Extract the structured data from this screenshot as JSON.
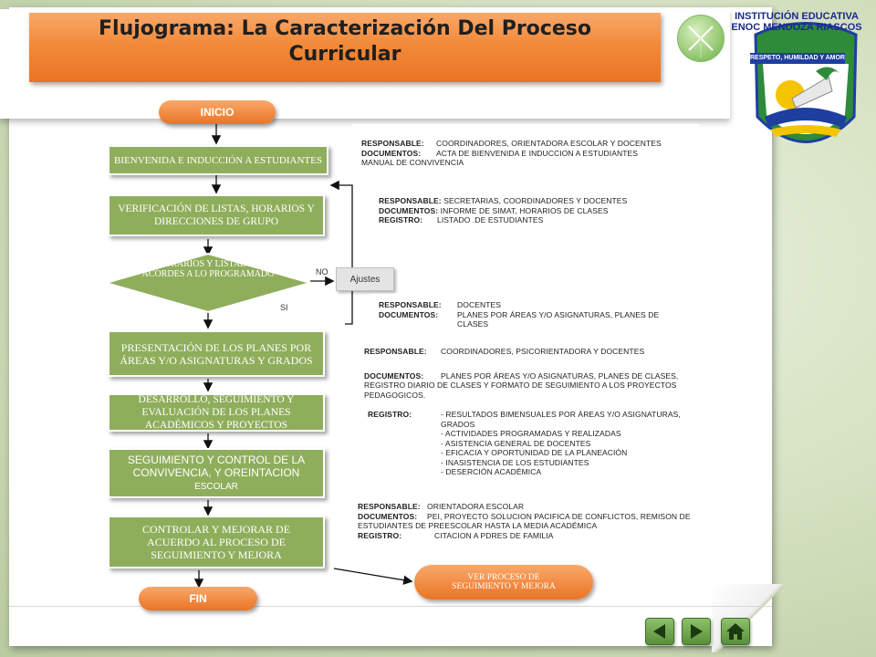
{
  "title": "Flujograma: La Caracterización Del Proceso\nCurricular",
  "logo": {
    "arc_text": "INSTITUCIÓN EDUCATIVA\nENOC MENDOZA RIASCOS",
    "motto": "RESPETO, HUMILDAD Y AMOR"
  },
  "colors": {
    "accent": "#ea7424",
    "box": "#8fae5c",
    "nav": "#5a8f3a"
  },
  "flow": {
    "start": "INICIO",
    "end": "FIN",
    "step1": "BIENVENIDA E INDUCCIÓN A ESTUDIANTES",
    "step2": "VERIFICACIÓN DE LISTAS, HORARIOS Y DIRECCIONES DE GRUPO",
    "decision": "HORARIOS Y LISTADOS ACORDES A LO PROGRAMADO",
    "no": "NO",
    "si": "SI",
    "adjust": "Ajustes",
    "step3": "PRESENTACIÓN DE LOS PLANES POR ÁREAS Y/O ASIGNATURAS Y GRADOS",
    "step4": "DESARROLLO, SEGUIMIENTO Y EVALUACIÓN DE LOS PLANES ACADÉMICOS Y PROYECTOS",
    "step5_a": "SEGUIMIENTO  Y CONTROL  DE LA CONVIVENCIA,  Y OREINTACION",
    "step5_b": "ESCOLAR",
    "step6": "CONTROLAR Y MEJORAR DE ACUERDO AL PROCESO DE SEGUIMIENTO Y MEJORA",
    "link": "VER PROCESO DE SEGUIMIENTO Y MEJORA"
  },
  "info": {
    "b1": {
      "resp_label": "RESPONSABLE:",
      "resp": "COORDINADORES, ORIENTADORA ESCOLAR Y DOCENTES",
      "docs_label": "DOCUMENTOS:",
      "docs": "ACTA DE BIENVENIDA E INDUCCION A ESTUDIANTES",
      "extra": "MANUAL DE CONVIVENCIA"
    },
    "b2": {
      "resp_label": "RESPONSABLE:",
      "resp": "SECRETARIAS, COORDINADORES Y DOCENTES",
      "docs_label": "DOCUMENTOS:",
      "docs": "INFORME DE SIMAT,   HORARIOS DE CLASES",
      "reg_label": "REGISTRO:",
      "reg": "LISTADO .DE ESTUDIANTES"
    },
    "b3": {
      "resp_label": "RESPONSABLE:",
      "resp": "DOCENTES",
      "docs_label": "DOCUMENTOS:",
      "docs": "PLANES POR ÁREAS Y/O ASIGNATURAS, PLANES DE CLASES"
    },
    "b4": {
      "resp_label": "RESPONSABLE:",
      "resp": "COORDINADORES, PSICORIENTADORA Y DOCENTES",
      "docs_label": "DOCUMENTOS:",
      "docs": "PLANES POR ÁREAS Y/O ASIGNATURAS, PLANES DE CLASES, REGISTRO DIARIO DE CLASES  Y  FORMATO DE   SEGUIMIENTO A LOS PROYECTOS PEDAGOGICOS.",
      "reg_label": "REGISTRO:",
      "reg_items": [
        "- RESULTADOS BIMENSUALES POR ÁREAS Y/O ASIGNATURAS, GRADOS",
        "- ACTIVIDADES PROGRAMADAS Y REALIZADAS",
        "- ASISTENCIA GENERAL DE DOCENTES",
        "- EFICACIA Y OPORTUNIDAD DE LA PLANEACIÓN",
        "- INASISTENCIA DE LOS ESTUDIANTES",
        "- DESERCIÓN ACADÉMICA"
      ]
    },
    "b5": {
      "resp_label": "RESPONSABLE:",
      "resp": "ORIENTADORA ESCOLAR",
      "docs_label": "DOCUMENTOS:",
      "docs": "PEI, PROYECTO SOLUCION PACIFICA DE CONFLICTOS, REMISON DE  ESTUDIANTES DE PREESCOLAR HASTA LA MEDIA ACADÉMICA",
      "reg_label": "REGISTRO:",
      "reg": "CITACION A PDRES DE FAMILIA"
    }
  },
  "nav": {
    "back_icon": "triangle-left-icon",
    "next_icon": "triangle-right-icon",
    "home_icon": "home-icon"
  }
}
